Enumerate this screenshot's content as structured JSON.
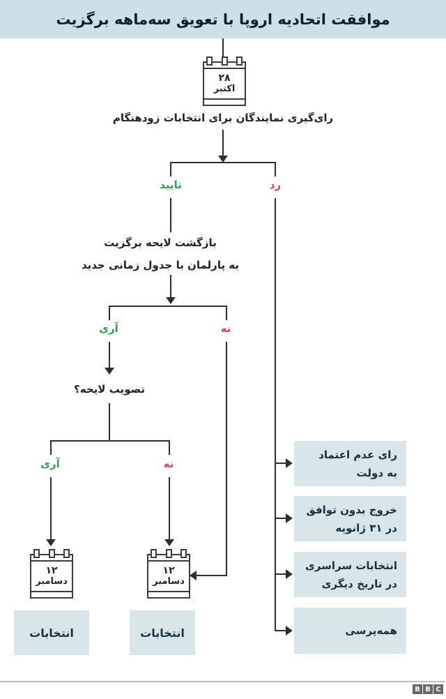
{
  "title": "موافقت اتحادیه اروپا با تعویق سه‌ماهه برگزیت",
  "start_calendar": {
    "day": "۲۸",
    "month": "اکتبر"
  },
  "vote_text": "رای‌گیری نمایندگان برای انتخابات زودهنگام",
  "decision1": {
    "approve": "تایید",
    "reject": "رد"
  },
  "return_bill": {
    "line1": "بازگشت لایحه برگزیت",
    "line2": "به پارلمان با جدول زمانی جدید"
  },
  "decision2": {
    "yes": "آری",
    "no": "نه"
  },
  "pass_question": "تصویب لایحه؟",
  "decision3": {
    "yes": "آری",
    "no": "نه"
  },
  "dec_calendar_left": {
    "day": "۱۲",
    "month": "دسامبر"
  },
  "dec_calendar_right": {
    "day": "۱۲",
    "month": "دسامبر"
  },
  "elections_left": "انتخابات",
  "elections_right": "انتخابات",
  "outcomes": [
    {
      "line1": "رای عدم اعتماد",
      "line2": "به دولت"
    },
    {
      "line1": "خروج بدون توافق",
      "line2": "در ۳۱ ژانویه"
    },
    {
      "line1": "انتخابات سراسری",
      "line2": "در تاریخ دیگری"
    },
    {
      "line1": "همه‌پرسی",
      "line2": ""
    }
  ],
  "colors": {
    "header_bg": "#cde0e8",
    "box_bg": "#d8e6ea",
    "approve_green": "#2ca152",
    "reject_red": "#da4453",
    "line": "#2e2e2e"
  },
  "footer": {
    "logo": [
      "B",
      "B",
      "C"
    ]
  }
}
